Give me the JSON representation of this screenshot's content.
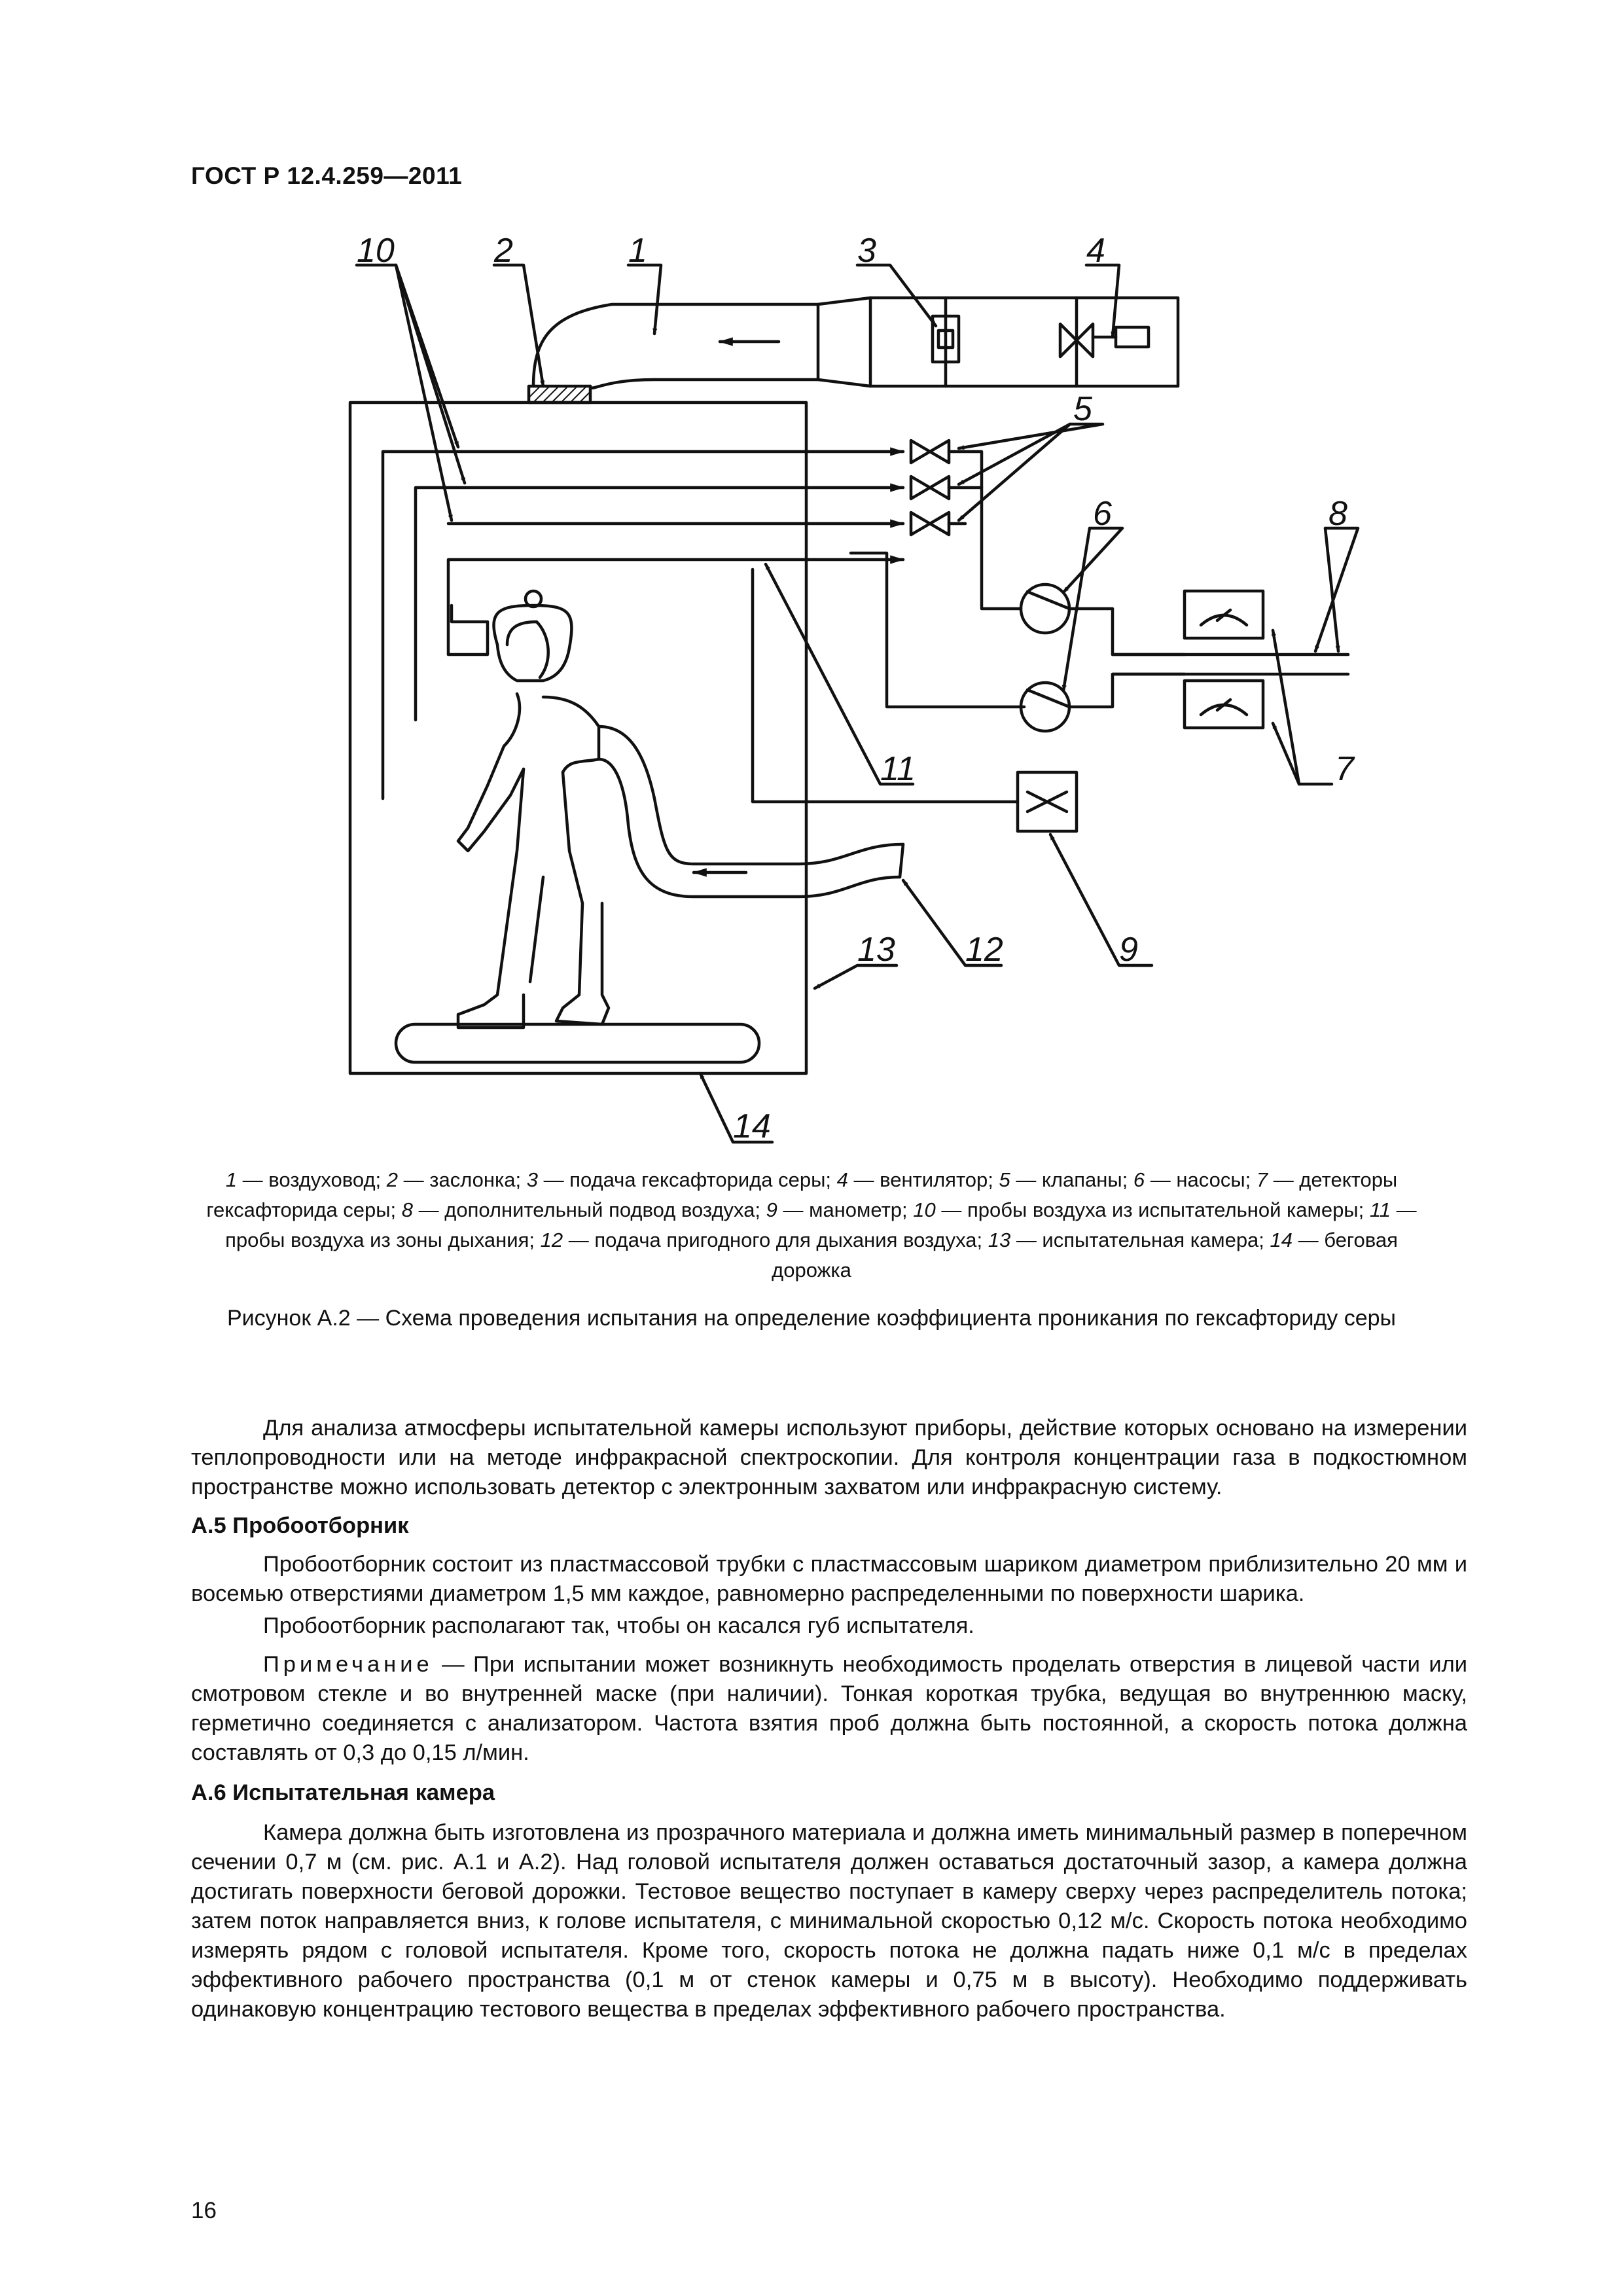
{
  "header": {
    "standard": "ГОСТ Р 12.4.259—2011"
  },
  "figure": {
    "callouts": {
      "c1": "1",
      "c2": "2",
      "c3": "3",
      "c4": "4",
      "c5": "5",
      "c6": "6",
      "c7": "7",
      "c8": "8",
      "c9": "9",
      "c10": "10",
      "c11": "11",
      "c12": "12",
      "c13": "13",
      "c14": "14"
    },
    "legend": [
      {
        "num": "1",
        "text": " — воздуховод; "
      },
      {
        "num": "2",
        "text": " — заслонка; "
      },
      {
        "num": "3",
        "text": " — подача гексафторида серы; "
      },
      {
        "num": "4",
        "text": " — вентилятор; "
      },
      {
        "num": "5",
        "text": " — клапаны; "
      },
      {
        "num": "6",
        "text": " — насосы; "
      },
      {
        "num": "7",
        "text": " — детекторы гексафторида серы; "
      },
      {
        "num": "8",
        "text": " — дополнительный подвод воздуха; "
      },
      {
        "num": "9",
        "text": " — манометр; "
      },
      {
        "num": "10",
        "text": " — пробы воздуха из испытательной камеры; "
      },
      {
        "num": "11",
        "text": " — пробы воздуха из зоны дыхания; "
      },
      {
        "num": "12",
        "text": " — подача пригодного для дыхания воздуха; "
      },
      {
        "num": "13",
        "text": " — испытательная камера; "
      },
      {
        "num": "14",
        "text": " — беговая дорожка"
      }
    ],
    "caption": "Рисунок А.2 — Схема проведения испытания на определение коэффициента проникания по гексафториду серы"
  },
  "body": {
    "para1": "Для анализа атмосферы испытательной камеры используют приборы, действие которых основано на измерении теплопроводности или на методе инфракрасной спектроскопии. Для контроля концентрации газа в подкостюмном пространстве можно использовать детектор с электронным захватом или инфракрасную систему.",
    "a5_title": "А.5 Пробоотборник",
    "a5_p1": "Пробоотборник состоит из пластмассовой трубки с пластмассовым шариком диаметром приблизительно 20 мм и восемью отверстиями диаметром 1,5 мм каждое, равномерно распределенными по поверхности шарика.",
    "a5_p2": "Пробоотборник располагают так, чтобы он касался губ испытателя.",
    "note_label": "Примечание",
    "note_text": " — При испытании может возникнуть необходимость проделать отверстия в лицевой части или смотровом стекле и во внутренней маске (при наличии). Тонкая короткая трубка, ведущая во внутреннюю маску, герметично соединяется с анализатором. Частота взятия проб должна быть постоянной, а скорость потока должна составлять от 0,3 до 0,15 л/мин.",
    "a6_title": "А.6 Испытательная камера",
    "a6_p1": "Камера должна быть изготовлена из прозрачного материала и должна иметь минимальный размер в поперечном сечении 0,7 м (см. рис. А.1 и А.2). Над головой испытателя должен оставаться достаточный зазор, а камера должна достигать поверхности беговой дорожки. Тестовое вещество поступает в камеру сверху через распределитель потока; затем поток направляется вниз, к голове испытателя, с минимальной скоростью 0,12 м/с. Скорость потока необходимо измерять рядом с головой испытателя. Кроме того, скорость потока не должна падать ниже 0,1 м/с в пределах эффективного рабочего пространства (0,1 м от стенок камеры и 0,75 м в высоту). Необходимо поддерживать одинаковую концентрацию тестового вещества в пределах эффективного рабочего пространства."
  },
  "footer": {
    "page_number": "16"
  }
}
